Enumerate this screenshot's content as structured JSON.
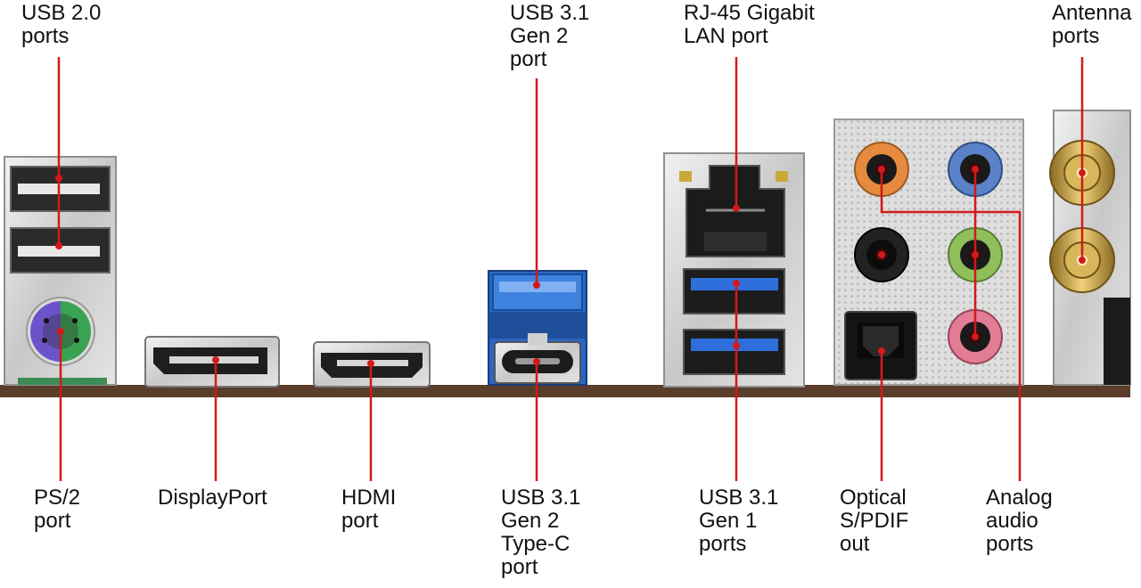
{
  "labels": {
    "usb20": "USB 2.0\nports",
    "usb31g2": "USB 3.1\nGen 2\nport",
    "rj45": "RJ-45 Gigabit\nLAN port",
    "antenna": "Antenna\nports",
    "ps2": "PS/2\nport",
    "displayport": "DisplayPort",
    "hdmi": "HDMI\nport",
    "usbc": "USB 3.1\nGen 2\nType-C\nport",
    "usb31g1": "USB 3.1\nGen 1\nports",
    "spdif": "Optical\nS/PDIF\nout",
    "audio": "Analog\naudio\nports"
  },
  "colors": {
    "leader_line": "#d21a1a",
    "board": "#5a3d2b",
    "usb3_blue": "#1f63c8",
    "ps2_purple": "#6b53c9",
    "ps2_green": "#3aa351",
    "audio_orange": "#e58a3e",
    "audio_blue": "#5b82c8",
    "audio_black": "#222222",
    "audio_green": "#8fbf5a",
    "audio_pink": "#e37d96",
    "antenna_gold": "#c9a24a"
  }
}
